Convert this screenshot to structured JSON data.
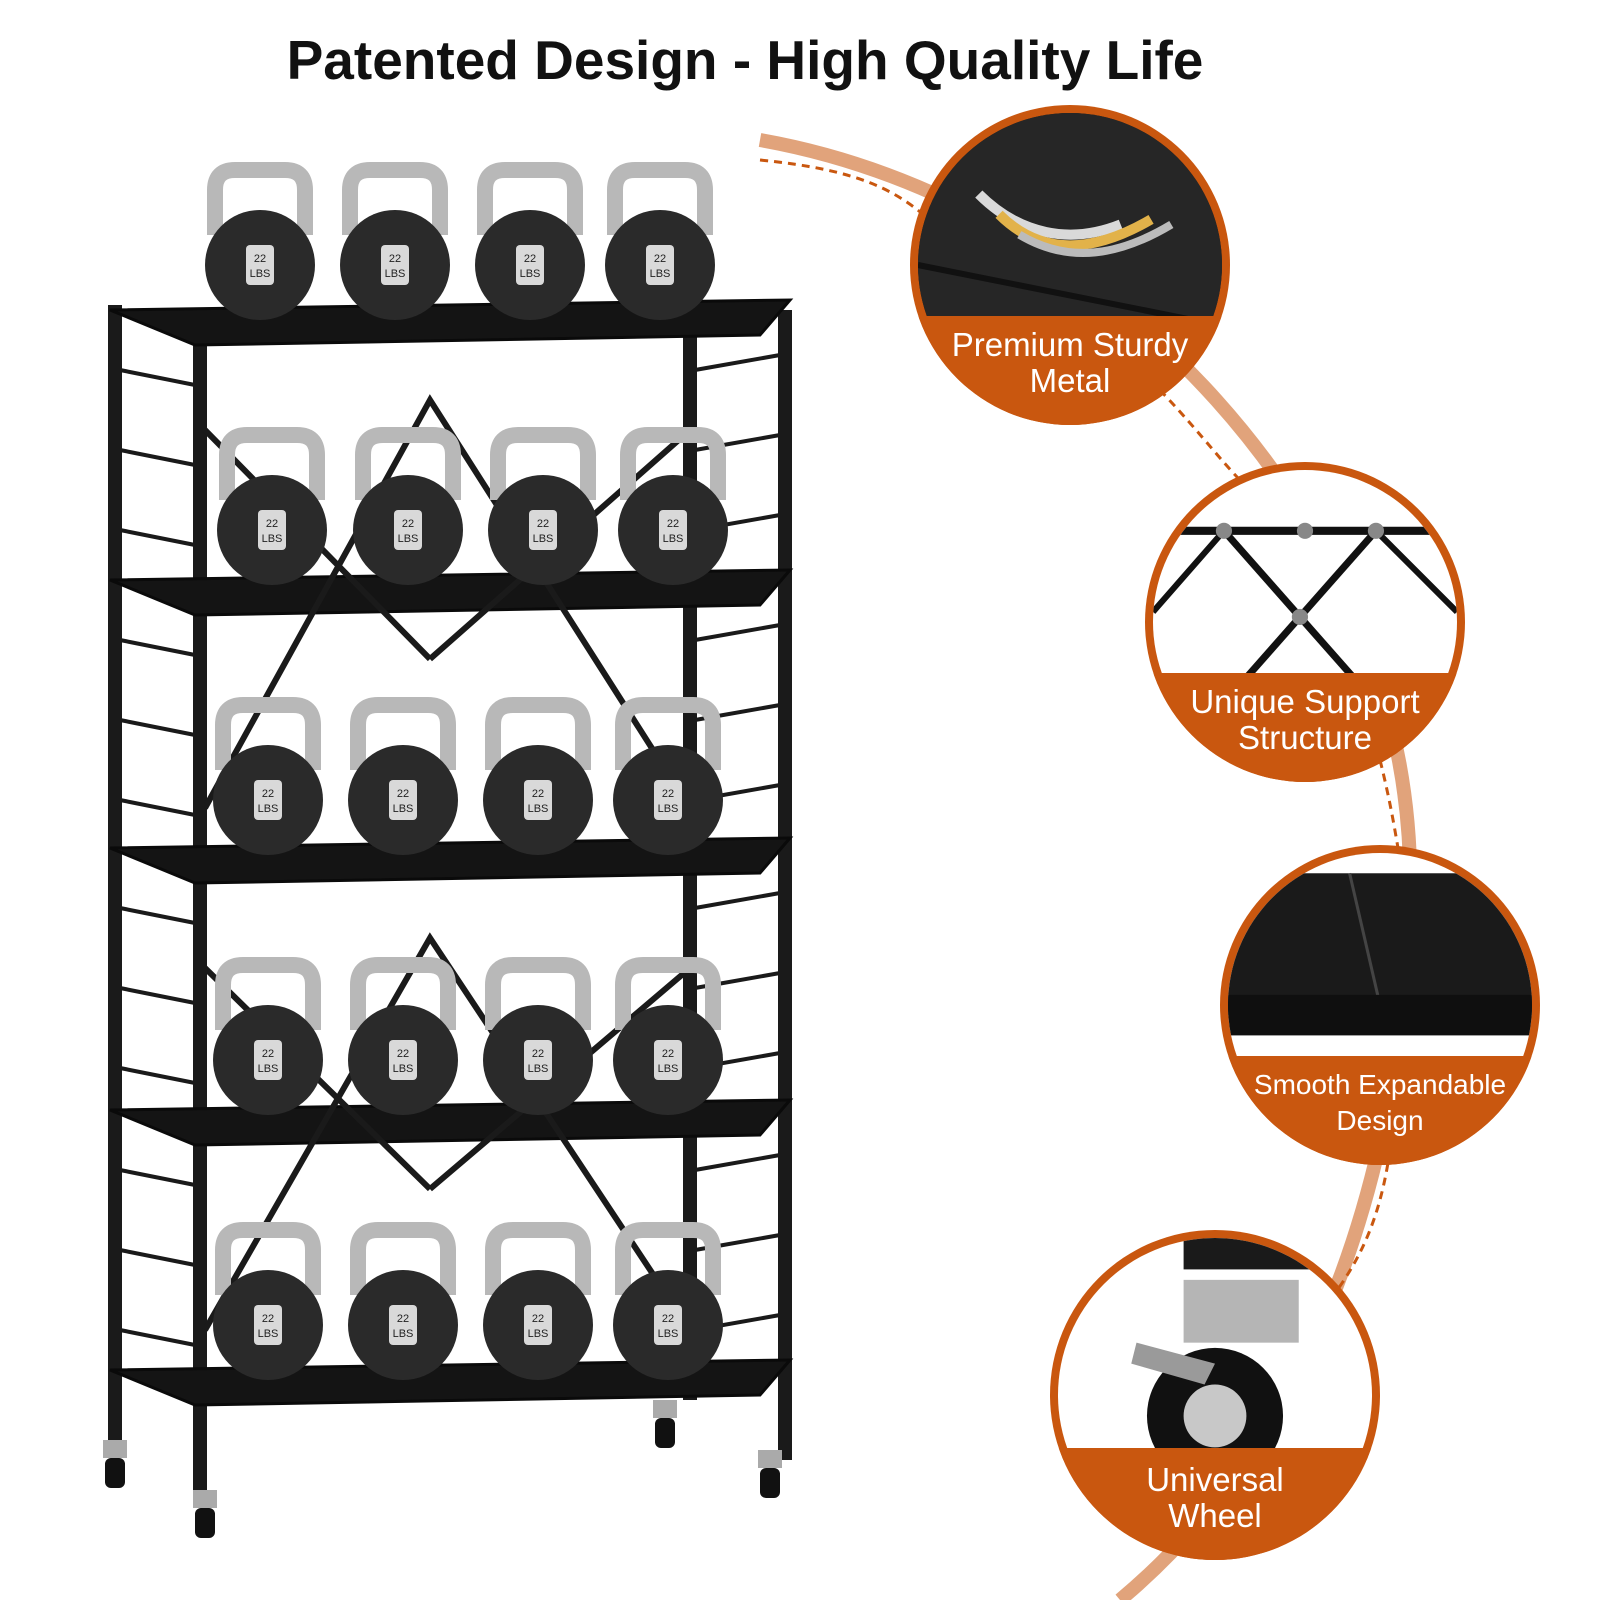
{
  "title": "Patented Design - High Quality Life",
  "kettlebell": {
    "weight": "22",
    "unit": "LBS"
  },
  "features": [
    {
      "line1": "Premium Sturdy",
      "line2": "Metal",
      "icon": "metal-layers-icon"
    },
    {
      "line1": "Unique Support",
      "line2": "Structure",
      "icon": "x-brace-icon"
    },
    {
      "line1": "Smooth Expandable",
      "line2": "Design",
      "icon": "expandable-shelf-icon"
    },
    {
      "line1": "Universal",
      "line2": "Wheel",
      "icon": "caster-wheel-icon"
    }
  ],
  "colors": {
    "accent": "#c9570f",
    "rack": "#1a1a1a",
    "bell": "#2a2a2a",
    "handle": "#b8b8b8"
  }
}
